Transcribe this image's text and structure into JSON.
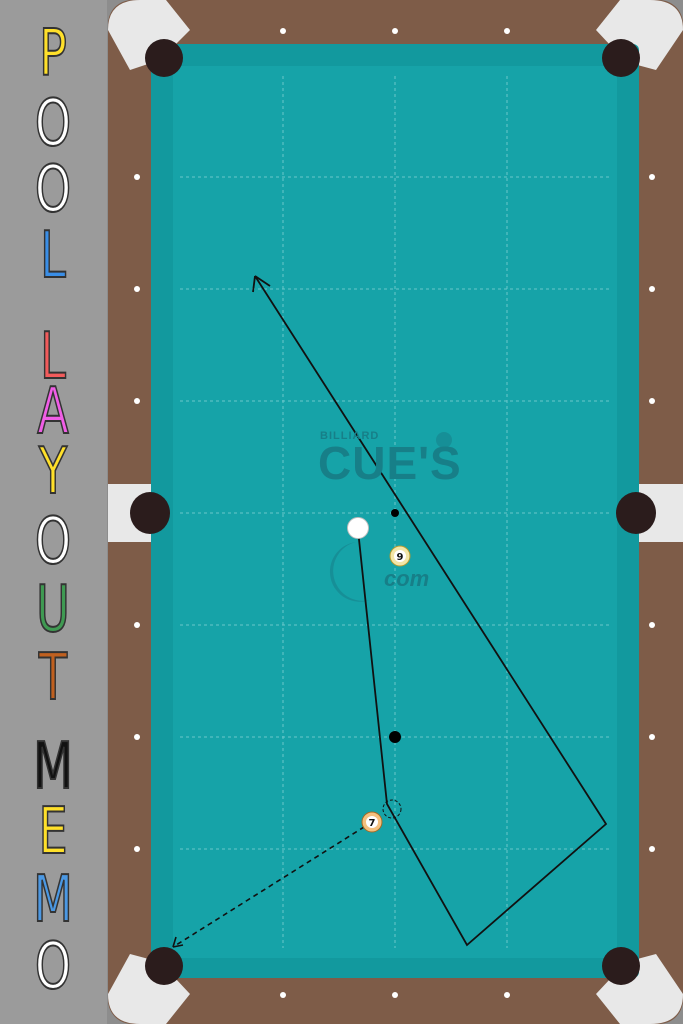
{
  "sidebar": {
    "title_letters": [
      {
        "char": "P",
        "color": "#ffe02a"
      },
      {
        "char": "O",
        "color": "#ffffff"
      },
      {
        "char": "O",
        "color": "#ffffff"
      },
      {
        "char": "L",
        "color": "#3a8ee6"
      },
      {
        "char": "L",
        "color": "#f25b5b"
      },
      {
        "char": "A",
        "color": "#f05ee6"
      },
      {
        "char": "Y",
        "color": "#ffe02a"
      },
      {
        "char": "O",
        "color": "#ffffff"
      },
      {
        "char": "U",
        "color": "#3f9a52"
      },
      {
        "char": "T",
        "color": "#c0601f"
      },
      {
        "char": "M",
        "color": "#111111"
      },
      {
        "char": "E",
        "color": "#ffe02a"
      },
      {
        "char": "M",
        "color": "#4b98e3"
      },
      {
        "char": "O",
        "color": "#ffffff"
      }
    ]
  },
  "logo": {
    "small_text": "BILLIARD",
    "main_text": "CUE'S",
    "sub_text": "com"
  },
  "balls": {
    "cue": {
      "label": "",
      "color": "#ffffff"
    },
    "nine": {
      "label": "9",
      "color": "#f3e6a8"
    },
    "seven": {
      "label": "7",
      "color": "#f4c07e"
    }
  },
  "colors": {
    "cloth": "#16a3a8",
    "rail_wood": "#7e5c48",
    "pocket": "#2b1c1c"
  }
}
